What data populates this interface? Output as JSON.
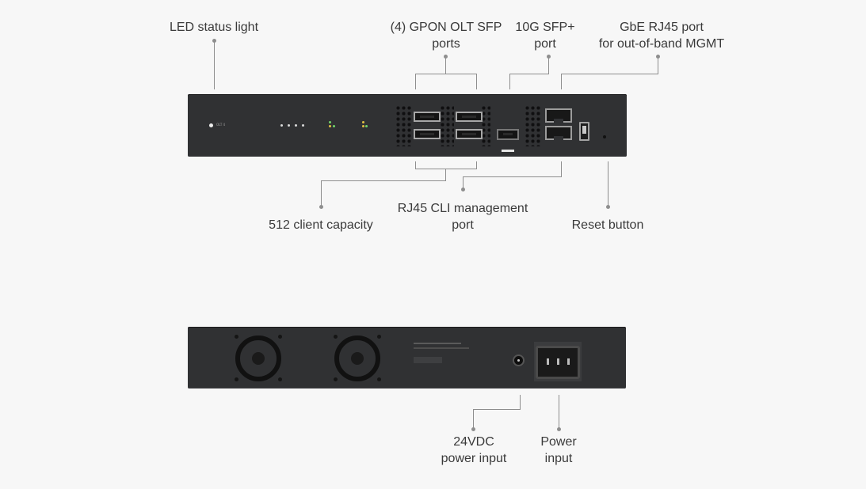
{
  "labels": {
    "led": "LED status light",
    "gpon_line1": "(4) GPON OLT SFP",
    "gpon_line2": "ports",
    "sfp_line1": "10G SFP+",
    "sfp_line2": "port",
    "gbe_line1": "GbE RJ45 port",
    "gbe_line2": "for out-of-band MGMT",
    "client": "512 client capacity",
    "cli_line1": "RJ45 CLI management",
    "cli_line2": "port",
    "reset": "Reset button",
    "dc_line1": "24VDC",
    "dc_line2": "power input",
    "power_line1": "Power",
    "power_line2": "input"
  },
  "colors": {
    "background": "#f7f7f7",
    "device": "#303133",
    "leader_line": "#8e8e8e",
    "led_green": "#6fd36a",
    "led_yellow": "#e0c043"
  },
  "icons": {
    "fans": "fan-icon",
    "usb": "usb-port-icon",
    "power": "iec-power-socket-icon"
  }
}
